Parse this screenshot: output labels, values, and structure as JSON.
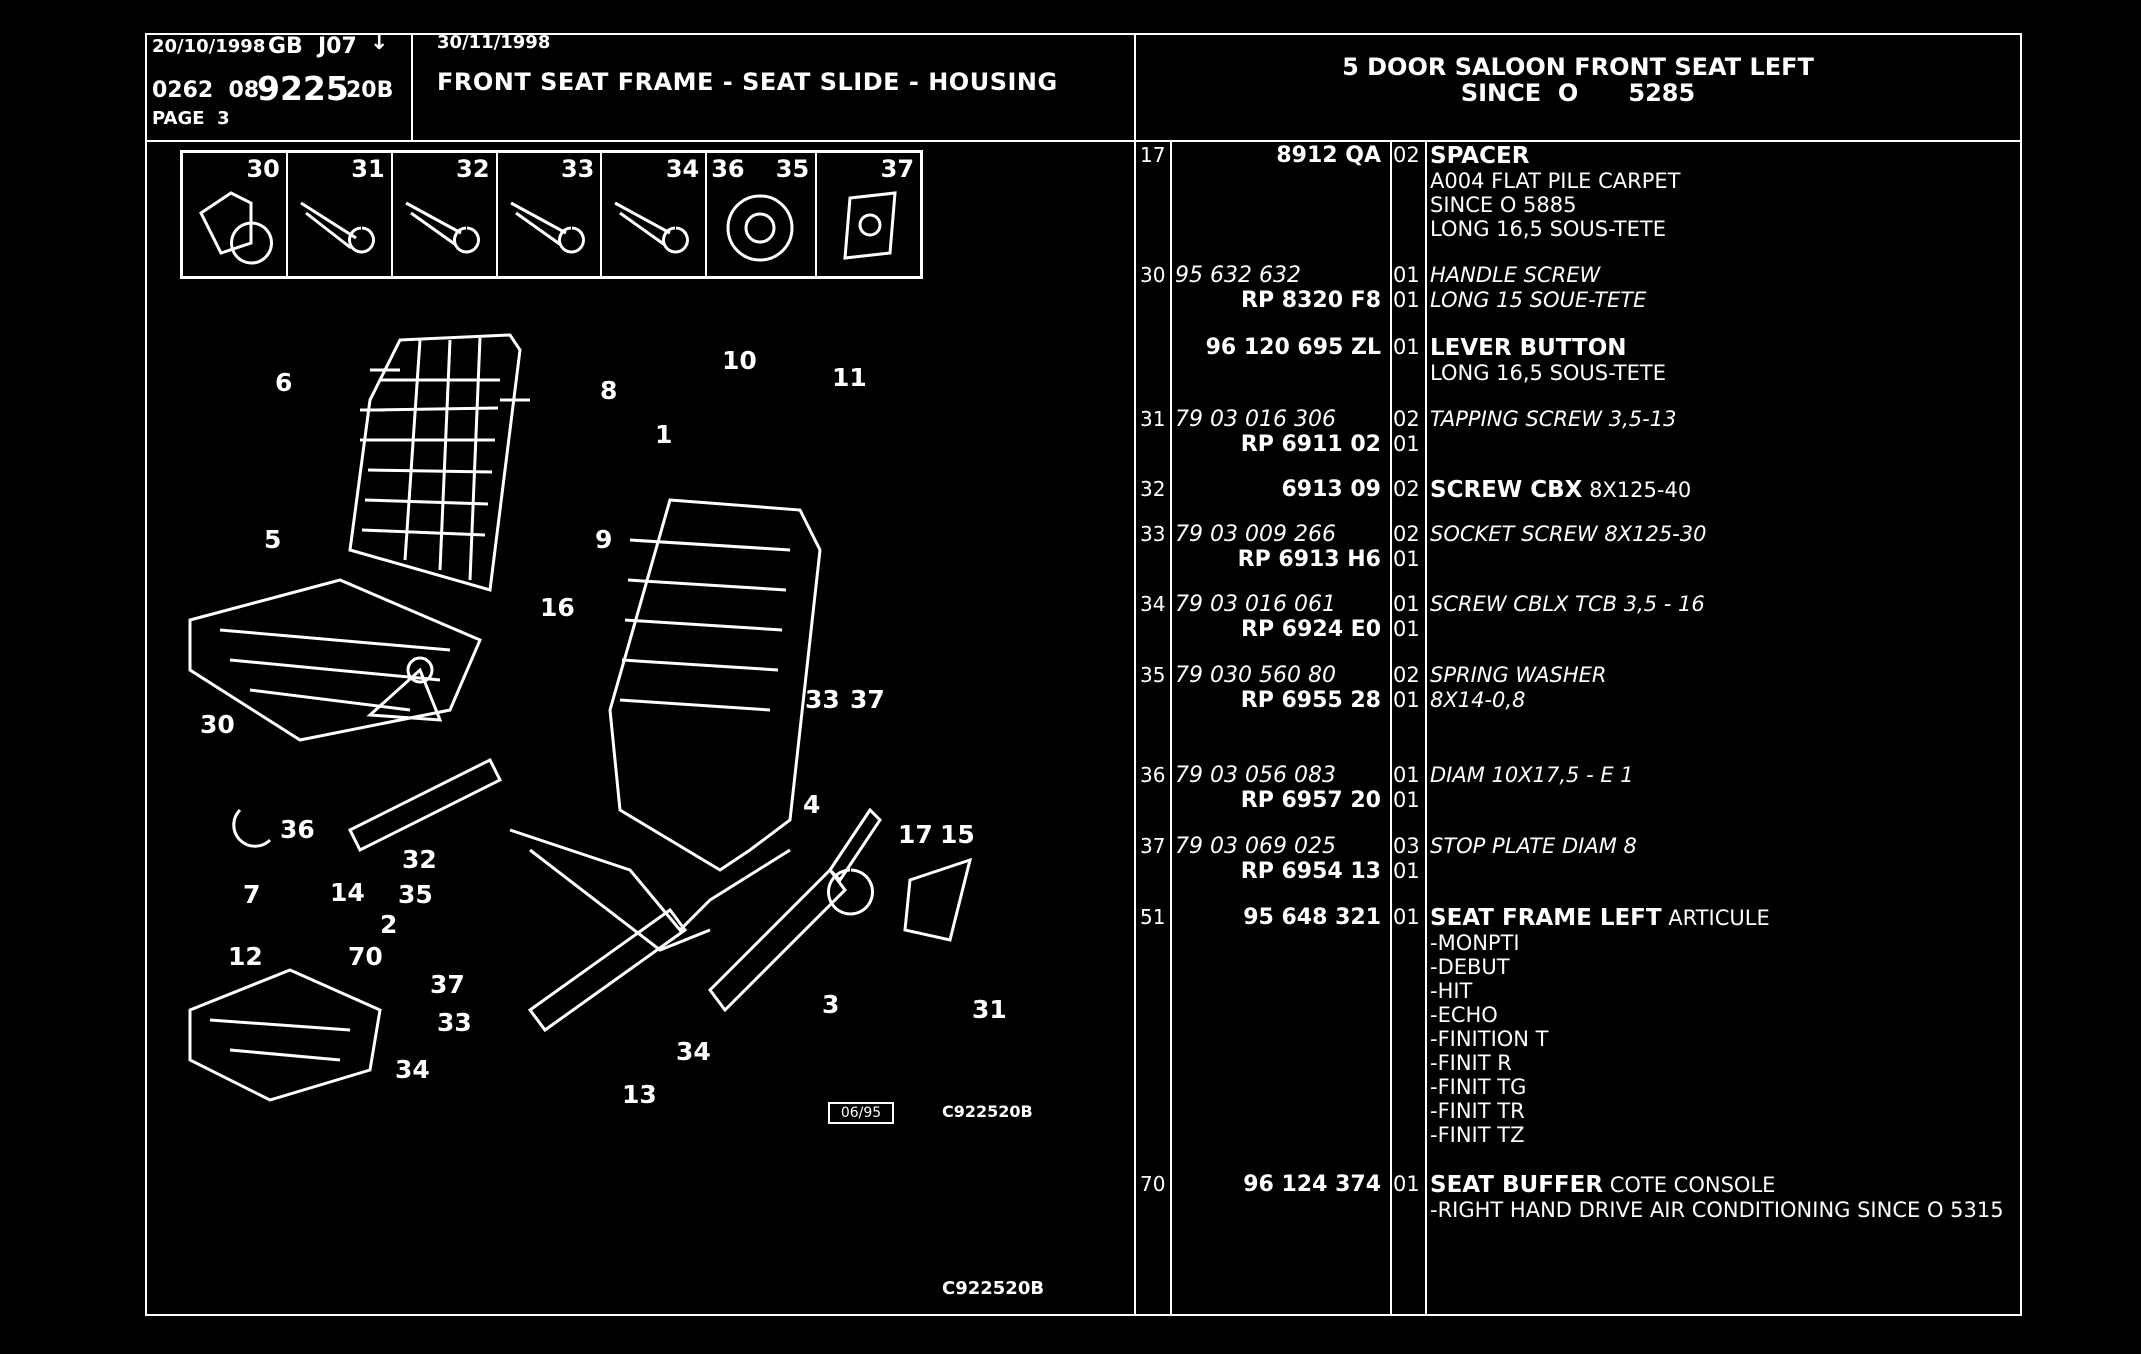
{
  "header": {
    "date1": "20/10/1998",
    "region": "GB",
    "code": "J07",
    "arrow": "↓",
    "date2": "30/11/1998",
    "ref_prefix": "0262  08",
    "ref_main": "9225",
    "ref_suffix": "20B",
    "page": "PAGE  3",
    "title": "FRONT SEAT FRAME - SEAT SLIDE - HOUSING",
    "right_title_line1": "5 DOOR SALOON FRONT SEAT LEFT",
    "right_title_line2": "SINCE  O      5285"
  },
  "thumbnails": [
    "30",
    "31",
    "32",
    "33",
    "34",
    "36",
    "35",
    "37"
  ],
  "diagram": {
    "callouts": [
      "6",
      "8",
      "10",
      "11",
      "1",
      "5",
      "9",
      "16",
      "30",
      "36",
      "7",
      "33",
      "37",
      "4",
      "14",
      "32",
      "35",
      "2",
      "17",
      "15",
      "12",
      "70",
      "37",
      "33",
      "3",
      "31",
      "34",
      "34",
      "13"
    ],
    "stamp": "06/95",
    "code_small": "C922520B",
    "code_bottom": "C922520B"
  },
  "parts": [
    {
      "ref": "17",
      "lines": [
        {
          "pn": "8912 QA",
          "style": "b-right",
          "qty": "02"
        }
      ],
      "desc": [
        {
          "t": "SPACER",
          "s": "main"
        },
        {
          "t": "A004 FLAT PILE CARPET",
          "s": "sub"
        },
        {
          "t": "SINCE  O  5885",
          "s": "sub"
        },
        {
          "t": "LONG 16,5 SOUS-TETE",
          "s": "sub"
        }
      ]
    },
    {
      "ref": "30",
      "lines": [
        {
          "pn": "95 632 632",
          "style": "i-left",
          "qty": "01"
        },
        {
          "pn": "RP  8320  F8",
          "style": "b-right",
          "qty": "01"
        }
      ],
      "desc": [
        {
          "t": "HANDLE SCREW",
          "s": "it"
        },
        {
          "t": "LONG 15 SOUE-TETE",
          "s": "it"
        }
      ]
    },
    {
      "ref": "",
      "lines": [
        {
          "pn": "96 120 695 ZL",
          "style": "b-right",
          "qty": "01"
        }
      ],
      "desc": [
        {
          "t": "LEVER BUTTON",
          "s": "main"
        },
        {
          "t": "LONG 16,5 SOUS-TETE",
          "s": "sub"
        }
      ]
    },
    {
      "ref": "31",
      "lines": [
        {
          "pn": "79 03 016 306",
          "style": "i-left",
          "qty": "02"
        },
        {
          "pn": "RP  6911  02",
          "style": "b-right",
          "qty": "01"
        }
      ],
      "desc": [
        {
          "t": "TAPPING SCREW 3,5-13",
          "s": "it"
        }
      ]
    },
    {
      "ref": "32",
      "lines": [
        {
          "pn": "6913 09",
          "style": "b-right",
          "qty": "02"
        }
      ],
      "desc": [
        {
          "t": "SCREW CBX",
          "s": "main",
          "extra": " 8X125-40"
        }
      ]
    },
    {
      "ref": "33",
      "lines": [
        {
          "pn": "79 03 009 266",
          "style": "i-left",
          "qty": "02"
        },
        {
          "pn": "RP  6913  H6",
          "style": "b-right",
          "qty": "01"
        }
      ],
      "desc": [
        {
          "t": "SOCKET SCREW 8X125-30",
          "s": "it"
        }
      ]
    },
    {
      "ref": "34",
      "lines": [
        {
          "pn": "79 03 016 061",
          "style": "i-left",
          "qty": "01"
        },
        {
          "pn": "RP  6924  E0",
          "style": "b-right",
          "qty": "01"
        }
      ],
      "desc": [
        {
          "t": "SCREW CBLX TCB 3,5 - 16",
          "s": "it"
        }
      ]
    },
    {
      "ref": "35",
      "lines": [
        {
          "pn": "79 030 560 80",
          "style": "i-left",
          "qty": "02"
        },
        {
          "pn": "RP  6955  28",
          "style": "b-right",
          "qty": "01"
        }
      ],
      "desc": [
        {
          "t": "SPRING WASHER",
          "s": "it"
        },
        {
          "t": "8X14-0,8",
          "s": "it"
        }
      ]
    },
    {
      "ref": "36",
      "lines": [
        {
          "pn": "79 03 056 083",
          "style": "i-left",
          "qty": "01"
        },
        {
          "pn": "RP  6957  20",
          "style": "b-right",
          "qty": "01"
        }
      ],
      "desc": [
        {
          "t": "DIAM 10X17,5 - E 1",
          "s": "it"
        }
      ]
    },
    {
      "ref": "37",
      "lines": [
        {
          "pn": "79 03 069 025",
          "style": "i-left",
          "qty": "03"
        },
        {
          "pn": "RP  6954  13",
          "style": "b-right",
          "qty": "01"
        }
      ],
      "desc": [
        {
          "t": "STOP PLATE DIAM 8",
          "s": "it"
        }
      ]
    },
    {
      "ref": "51",
      "lines": [
        {
          "pn": "95 648 321",
          "style": "b-right",
          "qty": "01"
        }
      ],
      "desc": [
        {
          "t": "SEAT FRAME LEFT",
          "s": "main",
          "extra": " ARTICULE"
        },
        {
          "t": "-MONPTI",
          "s": "sub"
        },
        {
          "t": "-DEBUT",
          "s": "sub"
        },
        {
          "t": "-HIT",
          "s": "sub"
        },
        {
          "t": "-ECHO",
          "s": "sub"
        },
        {
          "t": "-FINITION T",
          "s": "sub"
        },
        {
          "t": "-FINIT R",
          "s": "sub"
        },
        {
          "t": "-FINIT TG",
          "s": "sub"
        },
        {
          "t": "-FINIT TR",
          "s": "sub"
        },
        {
          "t": "-FINIT TZ",
          "s": "sub"
        }
      ]
    },
    {
      "ref": "70",
      "lines": [
        {
          "pn": "96 124 374",
          "style": "b-right",
          "qty": "01"
        }
      ],
      "desc": [
        {
          "t": "SEAT BUFFER",
          "s": "main",
          "extra": " COTE CONSOLE"
        },
        {
          "t": "-RIGHT HAND DRIVE AIR CONDITIONING SINCE  O  5315",
          "s": "sub"
        }
      ]
    }
  ]
}
